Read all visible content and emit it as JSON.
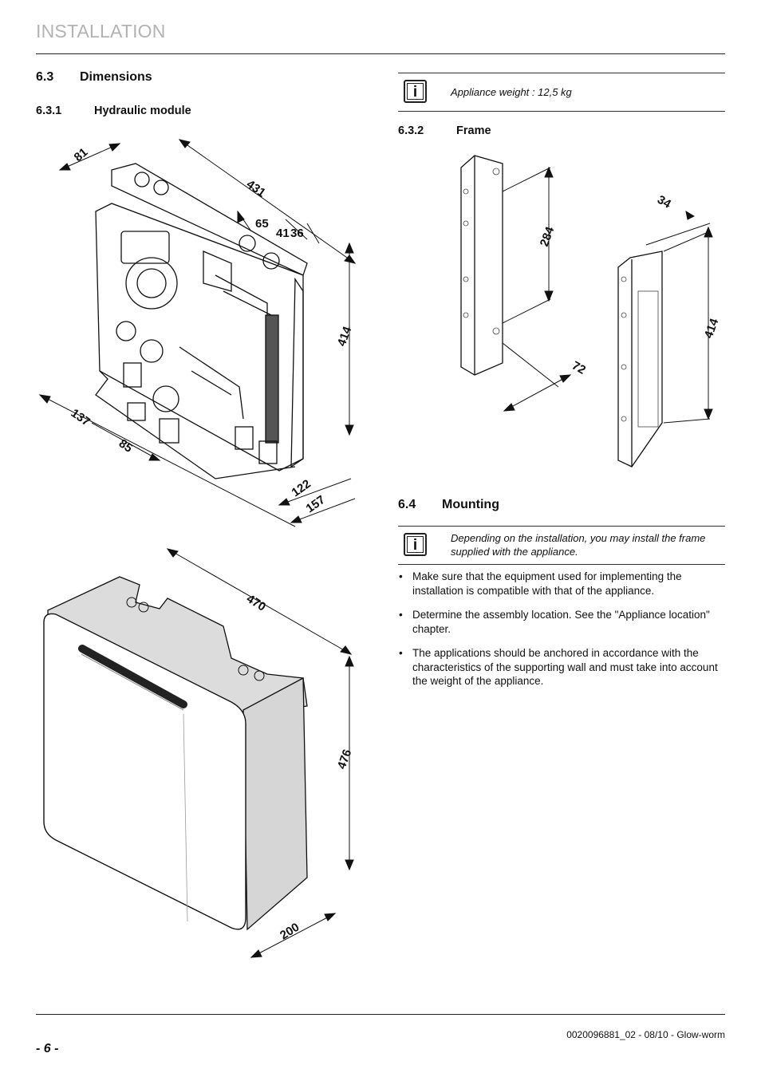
{
  "header": {
    "title": "INSTALLATION"
  },
  "section_63": {
    "number": "6.3",
    "title": "Dimensions"
  },
  "section_631": {
    "number": "6.3.1",
    "title": "Hydraulic module"
  },
  "section_632": {
    "number": "6.3.2",
    "title": "Frame"
  },
  "section_64": {
    "number": "6.4",
    "title": "Mounting"
  },
  "info_weight": {
    "icon": "info-icon",
    "text": "Appliance weight : 12,5 kg",
    "icon_letter": "i"
  },
  "info_mounting": {
    "icon": "info-icon",
    "text": "Depending on the installation, you may install the frame supplied with the appliance.",
    "icon_letter": "i"
  },
  "bullets": [
    "Make sure that the equipment used for implementing the installation is compatible with that of the appliance.",
    "Determine the assembly location. See the \"Appliance location\" chapter.",
    "The applications should be anchored in accordance with the characteristics of the supporting wall and must take into account the weight of the appliance."
  ],
  "bullet_symbol": "•",
  "hydraulic_dims": {
    "d81": "81",
    "d431": "431",
    "d65": "65",
    "d41": "41",
    "d36": "36",
    "d414": "414",
    "d137": "137",
    "d85": "85",
    "d122": "122",
    "d157": "157"
  },
  "casing_dims": {
    "d470": "470",
    "d476": "476",
    "d200": "200"
  },
  "frame_dims": {
    "d284": "284",
    "d72": "72",
    "d34": "34",
    "d414": "414"
  },
  "footer": {
    "doc_ref": "0020096881_02 - 08/10 - Glow-worm",
    "page": "- 6 -"
  }
}
